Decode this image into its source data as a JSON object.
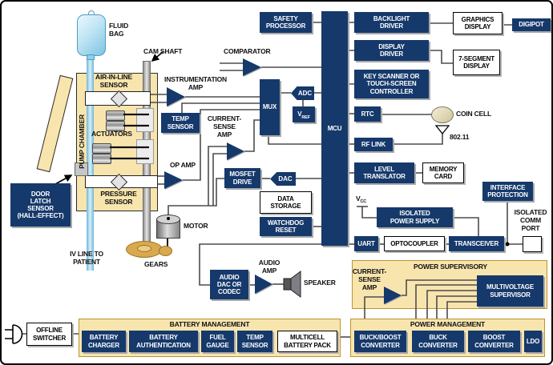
{
  "title": "Infusion pump system block diagram",
  "colors": {
    "navy_box": "#16396b",
    "tan_panel": "#f8e5ae",
    "tan_border": "#bd9430",
    "wire": "#4d4d4d",
    "iv_line_blue": "#a8d8f0",
    "gear_gold": "#d8a94e",
    "white_box": "#ffffff"
  },
  "labels": {
    "fluid_bag": "FLUID\nBAG",
    "cam_shaft": "CAM SHAFT",
    "pump_chamber": "PUMP CHAMBER",
    "air_in_line_sensor": "AIR-IN-LINE\nSENSOR",
    "actuators": "ACTUATORS",
    "pressure_sensor": "PRESSURE\nSENSOR",
    "instrumentation_amp": "INSTRUMENTATION\nAMP",
    "temp_sensor": "TEMP\nSENSOR",
    "current_sense_amp": "CURRENT-\nSENSE\nAMP",
    "op_amp": "OP AMP",
    "comparator": "COMPARATOR",
    "safety_processor": "SAFETY\nPROCESSOR",
    "mux": "MUX",
    "adc": "ADC",
    "vref_v": "V",
    "vref_sub": "REF",
    "mcu": "MCU",
    "dac": "DAC",
    "mosfet_drive": "MOSFET\nDRIVE",
    "data_storage": "DATA\nSTORAGE",
    "watchdog_reset": "WATCHDOG\nRESET",
    "backlight_driver": "BACKLIGHT\nDRIVER",
    "graphics_display": "GRAPHICS\nDISPLAY",
    "digipot": "DIGIPOT",
    "display_driver": "DISPLAY\nDRIVER",
    "seven_segment_display": "7-SEGMENT\nDISPLAY",
    "key_scanner": "KEY SCANNER OR\nTOUCH-SCREEN\nCONTROLLER",
    "rtc": "RTC",
    "coin_cell": "COIN CELL",
    "rf_link": "RF LINK",
    "wifi": "802.11",
    "level_translator": "LEVEL\nTRANSLATOR",
    "memory_card": "MEMORY\nCARD",
    "interface_protection": "INTERFACE\nPROTECTION",
    "vcc_v": "V",
    "vcc_sub": "CC",
    "isolated_power_supply": "ISOLATED\nPOWER SUPPLY",
    "isolated_comm_port": "ISOLATED\nCOMM\nPORT",
    "uart": "UART",
    "optocoupler": "OPTOCOUPLER",
    "transceiver": "TRANSCEIVER",
    "door_latch_sensor": "DOOR\nLATCH\nSENSOR\n(HALL-EFFECT)",
    "iv_line_to_patient": "IV LINE TO\nPATIENT",
    "motor": "MOTOR",
    "gears": "GEARS",
    "audio_dac_or_codec": "AUDIO\nDAC OR\nCODEC",
    "audio_amp": "AUDIO\nAMP",
    "speaker": "SPEAKER",
    "power_supervisory": "POWER SUPERVISORY",
    "multivoltage_supervisor": "MULTIVOLTAGE\nSUPERVISOR",
    "battery_management": "BATTERY MANAGEMENT",
    "battery_charger": "BATTERY\nCHARGER",
    "battery_authentication": "BATTERY\nAUTHENTICATION",
    "fuel_gauge": "FUEL\nGAUGE",
    "temp_sensor_batt": "TEMP\nSENSOR",
    "multicell_battery_pack": "MULTICELL\nBATTERY PACK",
    "power_management": "POWER MANAGEMENT",
    "buck_boost_converter": "BUCK/BOOST\nCONVERTER",
    "buck_converter": "BUCK\nCONVERTER",
    "boost_converter": "BOOST\nCONVERTER",
    "ldo": "LDO",
    "offline_switcher": "OFFLINE\nSWITCHER"
  }
}
